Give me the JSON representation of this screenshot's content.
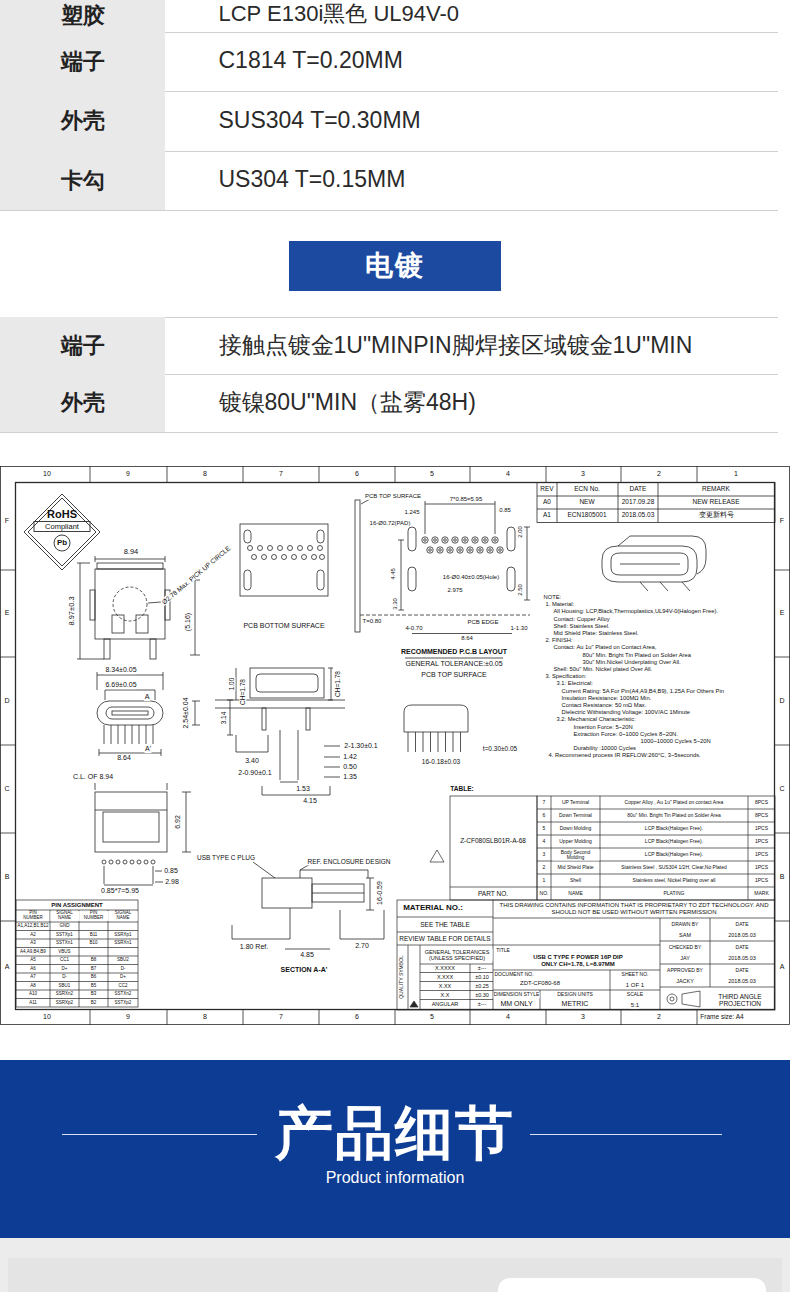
{
  "diagram": {
    "nodes": [
      {
        "text": [
          "塑胶"
        ]
      },
      {
        "text": [
          "端子"
        ]
      },
      {
        "text": [
          "外壳"
        ]
      },
      {
        "text": [
          "卡勾"
        ]
      },
      {
        "text": [
          "电镀"
        ]
      },
      {
        "text": [
          "端子"
        ]
      },
      {
        "text": [
          "外壳"
        ]
      },
      {
        "text": [
          "产品细节",
          "Product information"
        ]
      }
    ],
    "labels": [
      "LCP E130i黑色 UL94V-0",
      "C1814 T=0.20MM",
      "SUS304 T=0.30MM",
      "US304 T=0.15MM",
      "接触点镀金1U\"MINPIN脚焊接区域镀金1U\"MIN",
      "镀镍80U\"MIN（盐雾48H)",
      "10",
      "9",
      "8",
      "7",
      "6",
      "5",
      "4",
      "3",
      "2",
      "1",
      "10",
      "9",
      "8",
      "7",
      "6",
      "5",
      "4",
      "3",
      "2",
      "Frame size: A4",
      "F",
      "E",
      "D",
      "C",
      "B",
      "A",
      "F",
      "E",
      "D",
      "C",
      "B",
      "A",
      "REV",
      "ECN No.",
      "DATE",
      "REMARK",
      "A0",
      "NEW",
      "2017.09.28",
      "NEW RELEASE",
      "A1",
      "ECN1805001",
      "2018.05.03",
      "变更新料号",
      "RoHS",
      "Compliant",
      "Pb",
      "8.94",
      "8.97±0.3",
      "Ø2.78 Max. PICK UP CIRCLE",
      "(5.16)",
      "8.34±0.05",
      "6.69±0.05",
      "2.54±0.04",
      "A",
      "A'",
      "8.64",
      "C.L. OF 8.94",
      "6.92",
      "0.85",
      "2.98",
      "0.85*7=5.95",
      "PIN ASSIGNMENT",
      "PIN NUMBER",
      "SIGNAL NAME",
      "PIN NUMBER",
      "SIGNAL NAME",
      "A1,A12,B1,B12",
      "GND",
      "A2",
      "SSTXp1",
      "B11",
      "SSRXp1",
      "A3",
      "SSTXn1",
      "B10",
      "SSRXn1",
      "A4,A9,B4,B9",
      "VBUS",
      "A5",
      "CC1",
      "B8",
      "SBU2",
      "A6",
      "D+",
      "B7",
      "D-",
      "A7",
      "D-",
      "B6",
      "D+",
      "A8",
      "SBU1",
      "B5",
      "CC2",
      "A10",
      "SSRXn2",
      "B3",
      "SSTXn2",
      "A11",
      "SSRXp2",
      "B2",
      "SSTXp2",
      "PCB BOTTOM SURFACE",
      "1.00",
      "CH=1.78",
      "CH=1.78",
      "3.14",
      "3.40",
      "2-0.90±0.1",
      "2-1.30±0.1",
      "1.42",
      "0.50",
      "1.35",
      "1.53",
      "4.15",
      "USB TYPE C PLUG",
      "REF. ENCLOSURE DESIGN",
      "16-0.59",
      "1.80 Ref.",
      "2.70",
      "4.85",
      "SECTION A-A'",
      "PCB TOP SURFACE",
      "7*0.85=5.95",
      "1.245",
      "0.85",
      "16-Ø0.72(PAD)",
      "16-Ø0.40±0.05(Hole)",
      "2.975",
      "PCB EDGE",
      "T=0.80",
      "4-0.70",
      "8.64",
      "1-1.30",
      "4.45",
      "3.30",
      "2.00",
      "2.50",
      "RECOMMENDED P.C.B LAYOUT",
      "GENERAL TOLERANCE:±0.05",
      "PCB TOP SURFACE",
      "t=0.30±0.05",
      "16-0.18±0.03",
      "NOTE:",
      "1. Material:",
      "All Housing: LCP,Black,Thermoplastics,UL94V-0(Halogen Free).",
      "Contact: Copper Alloy",
      "Shell: Stainless Steel.",
      "Mid Shield Plate: Stainless Steel.",
      "2. FINISH:",
      "Contact: Au 1u\" Plated on Contact Area,",
      "80u\" Min. Bright Tin Plated on Solder Area",
      "30u\" Min.Nickel Underplating Over All.",
      "Shell: 50u\" Min. Nickel plated Over All.",
      "3. Specification:",
      "3.1: Electrical:",
      "Current Rating: 5A For Pin(A4,A9,B4,B9), 1.25A For Others Pin",
      "Insulation Resistance: 100MΩ Min.",
      "Contact Resistance: 50 mΩ Max.",
      "Dielectric Withstanding Voltage: 100V/AC 1Minute",
      "3.2: Mechanical Characteristic:",
      "Insertion Force: 5~20N",
      "Extraction Force: 0~1000 Cycles 8~20N.",
      "1000~10000 Cycles 5~20N",
      "Durability :10000 Cycles",
      "4. Recommened process IR REFLOW:260°C, 3~5seconds.",
      "TABLE:",
      "Z-CF080SLB01R-A-68",
      "PART NO.",
      "7",
      "UP Terminal",
      "Copper Alloy , Au 1u\" Plated on contact Area",
      "8PCS",
      "6",
      "Down Terminal",
      "80u\" Min. Bright Tin Plated on Solder Area",
      "8PCS",
      "5",
      "Down Molding",
      "LCP Black(Halogen Free).",
      "1PCS",
      "4",
      "Upper Molding",
      "LCP Black(Halogen Free).",
      "1PCS",
      "3",
      "Body Second Molding",
      "LCP Black(Halogen Free).",
      "1PCS",
      "2",
      "Mid Shield Plate",
      "Stainless Steel , SUS304 1/2H, Clear,No Plated",
      "1PCS",
      "1",
      "Shell",
      "Stainless steel, Nickel Plating over all",
      "1PCS",
      "NO.",
      "NAME",
      "PLATING",
      "MARK",
      "MATERIAL NO.:",
      "THIS DRAWING CONTAINS INFORMATION THAT IS PROPRIETARY TO ZDT TECHNOLOGY. AND SHOULD NOT BE USED WITHOUT WRITTEN PERMISSION",
      "SEE THE TABLE",
      "REVIEW TABLE FOR DETAILS",
      "QUALITY SYMBOL",
      "GENERAL TOLERANCES (UNLESS SPECIFIED)",
      "X.XXXX",
      "±---",
      "X.XXX",
      "±0.10",
      "X.XX",
      "±0.25",
      "X.X",
      "±0.30",
      "ANGULAR",
      "±---",
      "TITLE",
      "USB C TYPE F POWER 16P DIP ONLY CH=1.78, L=8.97MM",
      "DOCUMENT NO.",
      "ZDT-CF080-68",
      "SHEET NO.",
      "1 OF 1",
      "DIMENSION STYLE",
      "MM ONLY",
      "DESIGN UNITS",
      "METRIC",
      "SCALE",
      "5:1",
      "THIRD ANGLE PROJECTION",
      "DRAWN BY",
      "DATE",
      "SAM",
      "2018.05.03",
      "CHECKED BY",
      "DATE",
      "JAY",
      "2018.05.03",
      "APPROVED BY",
      "DATE",
      "JACKY",
      "2018.05.03"
    ]
  }
}
